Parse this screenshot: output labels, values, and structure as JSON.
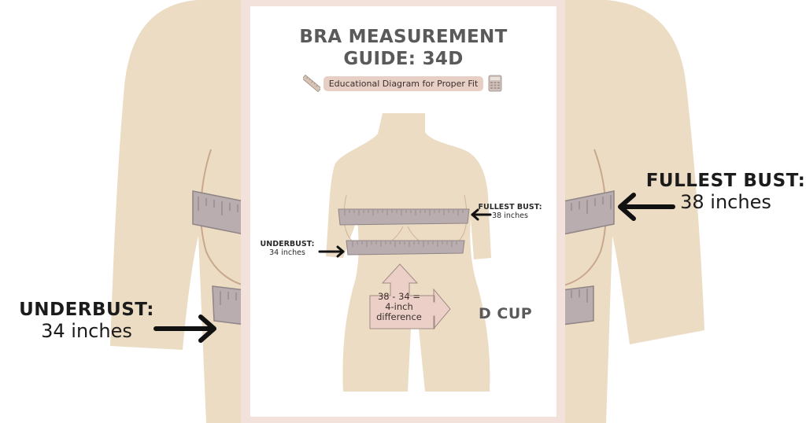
{
  "colors": {
    "skin": "#ecdcc4",
    "skin_outline": "#c9a78c",
    "tape": "#b9adaf",
    "tape_edge": "#8f8486",
    "frame_pink": "#f3e1db",
    "pill_pink": "#e8cfc6",
    "arrow_fill": "#ecd0c8",
    "arrow_stroke": "#a08a84",
    "title_gray": "#5a5a5a",
    "text_dark": "#1b1b1b"
  },
  "background": {
    "underbust_label": {
      "heading": "UNDERBUST:",
      "value": "34 inches"
    },
    "fullest_bust_label": {
      "heading": "FULLEST BUST:",
      "value": "38 inches"
    }
  },
  "card": {
    "title_line1": "BRA MEASUREMENT",
    "title_line2": "GUIDE: 34D",
    "subtitle": "Educational Diagram for Proper Fit",
    "left_icon": "ruler-icon",
    "right_icon": "calculator-icon",
    "fullest_bust": {
      "heading": "FULLEST BUST:",
      "value": "38 inches"
    },
    "underbust": {
      "heading": "UNDERBUST:",
      "value": "34 inches"
    },
    "calculation": {
      "line1": "38 - 34 =",
      "line2": "4-inch",
      "line3": "difference"
    },
    "result": "D CUP"
  }
}
